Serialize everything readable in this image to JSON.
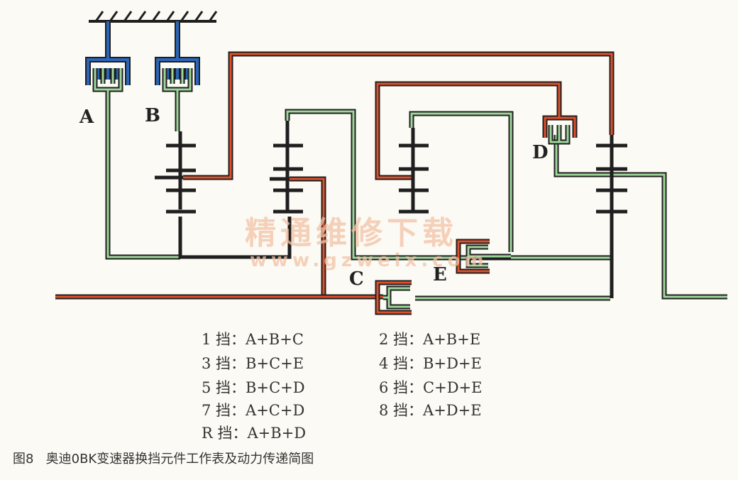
{
  "element_labels": {
    "a": "A",
    "b": "B",
    "c": "C",
    "d": "D",
    "e": "E"
  },
  "watermark": {
    "line1": "精通维修下载",
    "line2": "www.gzweix.com"
  },
  "gear_table": [
    {
      "gear": "1 挡",
      "sep": "：",
      "elements": "A+B+C"
    },
    {
      "gear": "2 挡",
      "sep": "：",
      "elements": "A+B+E"
    },
    {
      "gear": "3 挡",
      "sep": "：",
      "elements": "B+C+E"
    },
    {
      "gear": "4 挡",
      "sep": "：",
      "elements": "B+D+E"
    },
    {
      "gear": "5 挡",
      "sep": "：",
      "elements": "B+C+D"
    },
    {
      "gear": "6 挡",
      "sep": "：",
      "elements": "C+D+E"
    },
    {
      "gear": "7 挡",
      "sep": "：",
      "elements": "A+C+D"
    },
    {
      "gear": "8 挡",
      "sep": "：",
      "elements": "A+D+E"
    },
    {
      "gear": "R 挡",
      "sep": "：",
      "elements": "A+B+D"
    }
  ],
  "caption": {
    "figure": "图8",
    "text": "奥迪0BK变速器换挡元件工作表及动力传递简图"
  },
  "colors": {
    "green": "#9fd79b",
    "red": "#e0502a",
    "blue": "#2c66b8",
    "black": "#222222"
  }
}
